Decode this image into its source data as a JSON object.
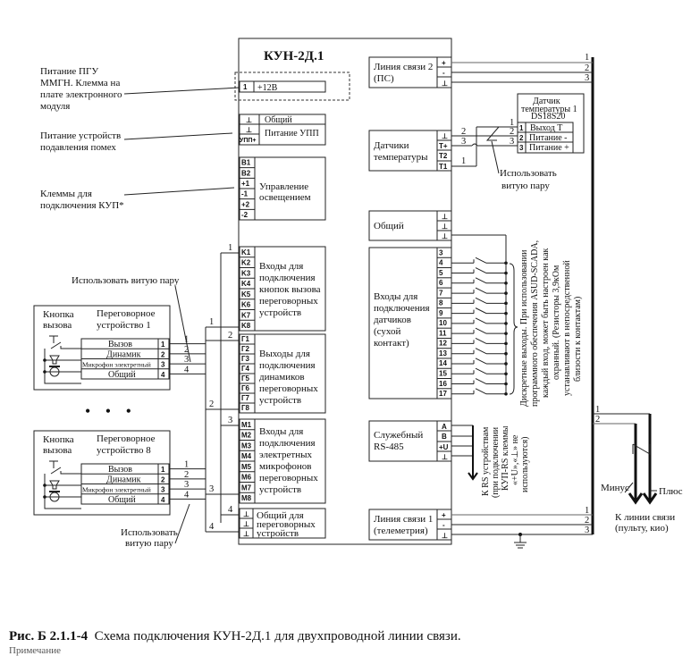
{
  "device": {
    "title": "КУН-2Д.1",
    "power_terminal": {
      "num": "1",
      "label": "+12В"
    },
    "upp_block": {
      "pins": [
        "⊥",
        "⊥",
        "УПП+"
      ],
      "labels": [
        "Общий",
        "Питание УПП"
      ]
    },
    "light_block": {
      "pins": [
        "B1",
        "B2",
        "+1",
        "-1",
        "+2",
        "-2"
      ],
      "label": [
        "Управление",
        "освещением"
      ]
    },
    "k_block": {
      "pins": [
        "K1",
        "K2",
        "K3",
        "K4",
        "K5",
        "K6",
        "K7",
        "K8"
      ],
      "label": [
        "Входы для",
        "подключения",
        "кнопок вызова",
        "переговорных",
        "устройств"
      ]
    },
    "g_block": {
      "pins": [
        "Г1",
        "Г2",
        "Г3",
        "Г4",
        "Г5",
        "Г6",
        "Г7",
        "Г8"
      ],
      "label": [
        "Выходы для",
        "подключения",
        "динамиков",
        "переговорных",
        "устройств"
      ]
    },
    "m_block": {
      "pins": [
        "M1",
        "M2",
        "M3",
        "M4",
        "M5",
        "M6",
        "M7",
        "M8"
      ],
      "label": [
        "Входы для",
        "подключения",
        "электретных",
        "микрофонов",
        "переговорных",
        "устройств"
      ]
    },
    "common_block": {
      "pins": [
        "⊥",
        "⊥",
        "⊥"
      ],
      "label": [
        "Общий для",
        "переговорных",
        "устройств"
      ]
    },
    "line2": {
      "label": [
        "Линия связи 2",
        "(ПС)"
      ],
      "pins": [
        "+",
        "-",
        "⊥"
      ]
    },
    "temp": {
      "label": [
        "Датчики",
        "температуры"
      ],
      "pins": [
        "⊥",
        "T+",
        "T2",
        "T1"
      ]
    },
    "common_right": {
      "label": "Общий",
      "pins": [
        "⊥",
        "⊥",
        "⊥"
      ]
    },
    "sensors": {
      "label": [
        "Входы для",
        "подключения",
        "датчиков",
        "(сухой",
        "контакт)"
      ],
      "pins": [
        "3",
        "4",
        "5",
        "6",
        "7",
        "8",
        "9",
        "10",
        "11",
        "12",
        "13",
        "14",
        "15",
        "16",
        "17"
      ]
    },
    "rs485": {
      "label": [
        "Служебный",
        "RS-485"
      ],
      "pins": [
        "A",
        "B",
        "+U",
        "⊥"
      ]
    },
    "line1": {
      "label": [
        "Линия связи 1",
        "(телеметрия)"
      ],
      "pins": [
        "+",
        "-",
        "⊥"
      ]
    }
  },
  "annotations": {
    "pgu_power": [
      "Питание ПГУ",
      "ММГН. Клемма на",
      "плате электронного",
      "модуля"
    ],
    "upp_power": [
      "Питание устройств",
      "подавления помех"
    ],
    "kup_terminals": [
      "Клеммы для",
      "подключения КУП*"
    ],
    "twisted_pair_top": "Использовать витую пару",
    "twisted_pair_bottom": [
      "Использовать",
      "витую пару"
    ],
    "twisted_pair_temp": [
      "Использовать",
      "витую пару"
    ],
    "discrete_note": [
      "Дискретные выходы. При использовании",
      "программного обеспечения ASUD-SCADA,",
      "каждый вход, может быть настроен как",
      "охранный. (Резисторы 3,9кОм",
      "устанавливают в непосредственной",
      "близости к контактам)"
    ],
    "rs_note": [
      "К RS устройствам",
      "(при подключении",
      "КУП-RS клеммы",
      "«+U»,«⊥» не",
      "используются)"
    ],
    "minus": "Минус",
    "plus": "Плюс",
    "to_line": [
      "К линии связи",
      "(пульту, кио)"
    ],
    "dots": "• • •"
  },
  "sensor_ds": {
    "title": [
      "Датчик",
      "температуры 1",
      "DS18S20"
    ],
    "pins": [
      {
        "num": "1",
        "label": "Выход Т"
      },
      {
        "num": "2",
        "label": "Питание -"
      },
      {
        "num": "3",
        "label": "Питание +"
      }
    ]
  },
  "intercoms": [
    {
      "title": [
        "Переговорное",
        "устройство 1"
      ],
      "button_label": [
        "Кнопка",
        "вызова"
      ],
      "rows": [
        {
          "label": "Вызов",
          "num": "1"
        },
        {
          "label": "Динамик",
          "num": "2"
        },
        {
          "label": "Микрофон электретный",
          "num": "3"
        },
        {
          "label": "Общий",
          "num": "4"
        }
      ]
    },
    {
      "title": [
        "Переговорное",
        "устройство 8"
      ],
      "button_label": [
        "Кнопка",
        "вызова"
      ],
      "rows": [
        {
          "label": "Вызов",
          "num": "1"
        },
        {
          "label": "Динамик",
          "num": "2"
        },
        {
          "label": "Микрофон электретный",
          "num": "3"
        },
        {
          "label": "Общий",
          "num": "4"
        }
      ]
    }
  ],
  "wire_numbers": {
    "bus": [
      "1",
      "2",
      "3"
    ],
    "intercom": [
      "1",
      "2",
      "3",
      "4"
    ],
    "rail_out": [
      "1",
      "2"
    ],
    "temp_left": [
      "2",
      "3",
      "1"
    ],
    "temp_right": [
      "1",
      "2",
      "3"
    ]
  },
  "caption": {
    "bold": "Рис. Б 2.1.1-4",
    "text": "Схема подключения КУН-2Д.1 для двухпроводной линии связи.",
    "note": "Примечание"
  }
}
